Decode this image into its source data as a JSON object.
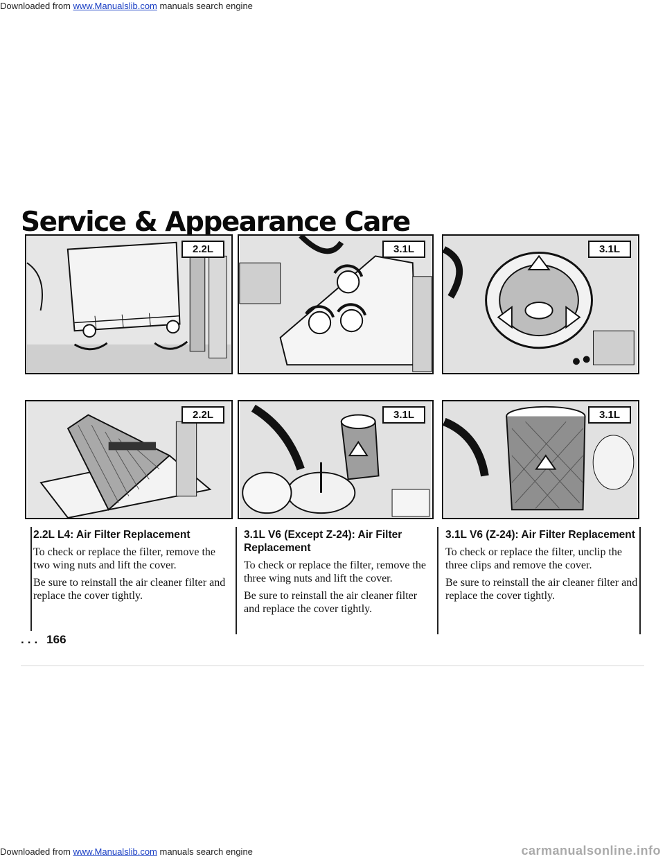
{
  "header_note": {
    "prefix": "Downloaded from ",
    "link": "www.Manualslib.com",
    "suffix": " manuals search engine"
  },
  "title": "Service & Appearance Care",
  "panels": [
    {
      "badge": "2.2L",
      "scene": "cover with wing nuts"
    },
    {
      "badge": "3.1L",
      "scene": "cover with three wing nuts"
    },
    {
      "badge": "3.1L",
      "scene": "open housing with clips"
    },
    {
      "badge": "2.2L",
      "scene": "lifting flat filter"
    },
    {
      "badge": "3.1L",
      "scene": "round filter lifted"
    },
    {
      "badge": "3.1L",
      "scene": "round mesh filter"
    }
  ],
  "captions": [
    {
      "heading": "2.2L L4: Air Filter Replacement",
      "p1": "To check or replace the filter, remove the two wing nuts and lift the cover.",
      "p2": "Be sure to reinstall the air cleaner filter and replace the cover tightly."
    },
    {
      "heading": "3.1L V6 (Except Z-24): Air Filter Replacement",
      "p1": "To check or replace the filter, remove the three wing nuts and lift the cover.",
      "p2": "Be sure to reinstall the air cleaner filter and replace the cover tightly."
    },
    {
      "heading": "3.1L V6 (Z-24): Air Filter Replacement",
      "p1": "To check or replace the filter, unclip the three clips and remove the cover.",
      "p2": "Be sure to reinstall the air cleaner filter and replace the cover tightly."
    }
  ],
  "page_number": {
    "dots": "...",
    "number": "166"
  },
  "footer_note": {
    "prefix": "Downloaded from ",
    "link": "www.Manualslib.com",
    "suffix": " manuals search engine"
  },
  "watermark": "carmanualsonline.info"
}
